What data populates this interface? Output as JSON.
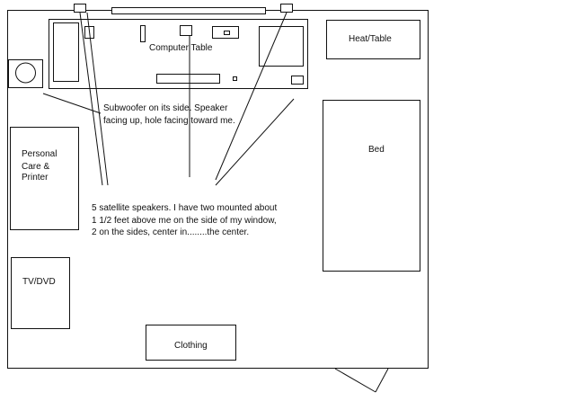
{
  "labels": {
    "computer_table": "Computer Table",
    "heat_table": "Heat/Table",
    "bed": "Bed",
    "personal_care": [
      "Personal",
      "Care &",
      "Printer"
    ],
    "tv_dvd": "TV/DVD",
    "clothing": "Clothing",
    "subwoofer_note": [
      "Subwoofer on its side. Speaker",
      "facing up, hole facing toward me."
    ],
    "speakers_note": [
      "5 satellite speakers. I have two mounted about",
      "1 1/2 feet above me on the side of my window,",
      "2 on the sides, center in........the center."
    ]
  }
}
